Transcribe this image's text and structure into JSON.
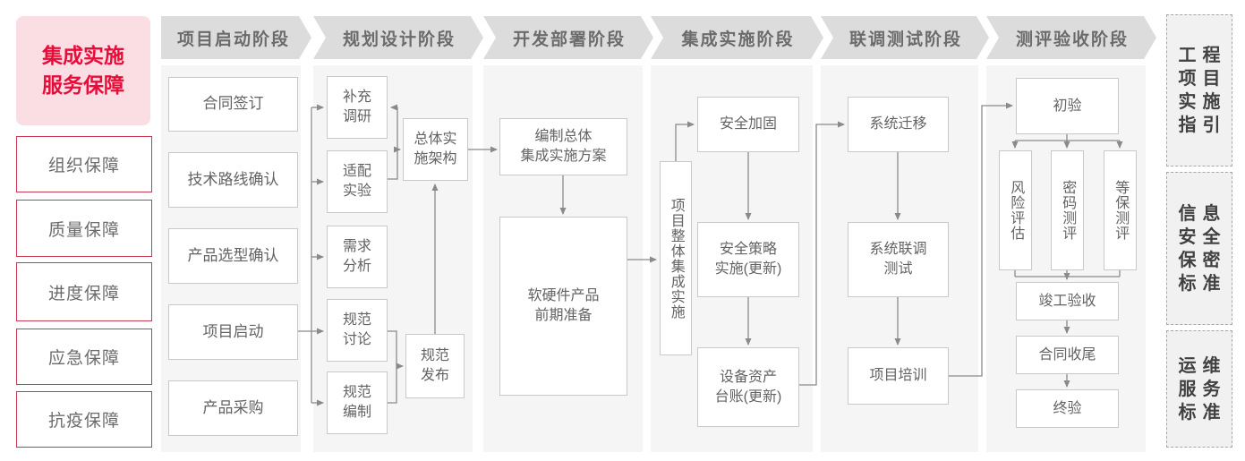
{
  "sidebar": {
    "title": "集成实施\n服务保障",
    "items": [
      "组织保障",
      "质量保障",
      "进度保障",
      "应急保障",
      "抗疫保障"
    ]
  },
  "columns": [
    {
      "phase": "项目启动阶段",
      "boxes": [
        "合同签订",
        "技术路线确认",
        "产品选型确认",
        "项目启动",
        "产品采购"
      ]
    },
    {
      "phase": "规划设计阶段",
      "boxes": [
        "补充\n调研",
        "适配\n实验",
        "需求\n分析",
        "规范\n讨论",
        "规范\n编制",
        "总体实\n施架构",
        "规范\n发布"
      ]
    },
    {
      "phase": "开发部署阶段",
      "boxes": [
        "编制总体\n集成实施方案",
        "软硬件产品\n前期准备"
      ]
    },
    {
      "phase": "集成实施阶段",
      "boxes": [
        "项目整体集成实施",
        "安全加固",
        "安全策略\n实施(更新)",
        "设备资产\n台账(更新)"
      ]
    },
    {
      "phase": "联调测试阶段",
      "boxes": [
        "系统迁移",
        "系统联调\n测试",
        "项目培训"
      ]
    },
    {
      "phase": "测评验收阶段",
      "boxes": [
        "初验",
        "风险评估",
        "密码测评",
        "等保测评",
        "竣工验收",
        "合同收尾",
        "终验"
      ]
    }
  ],
  "standards": [
    "工程\n项目\n实施\n指引",
    "信息\n安全\n保密\n标准",
    "运维\n服务\n标准"
  ]
}
